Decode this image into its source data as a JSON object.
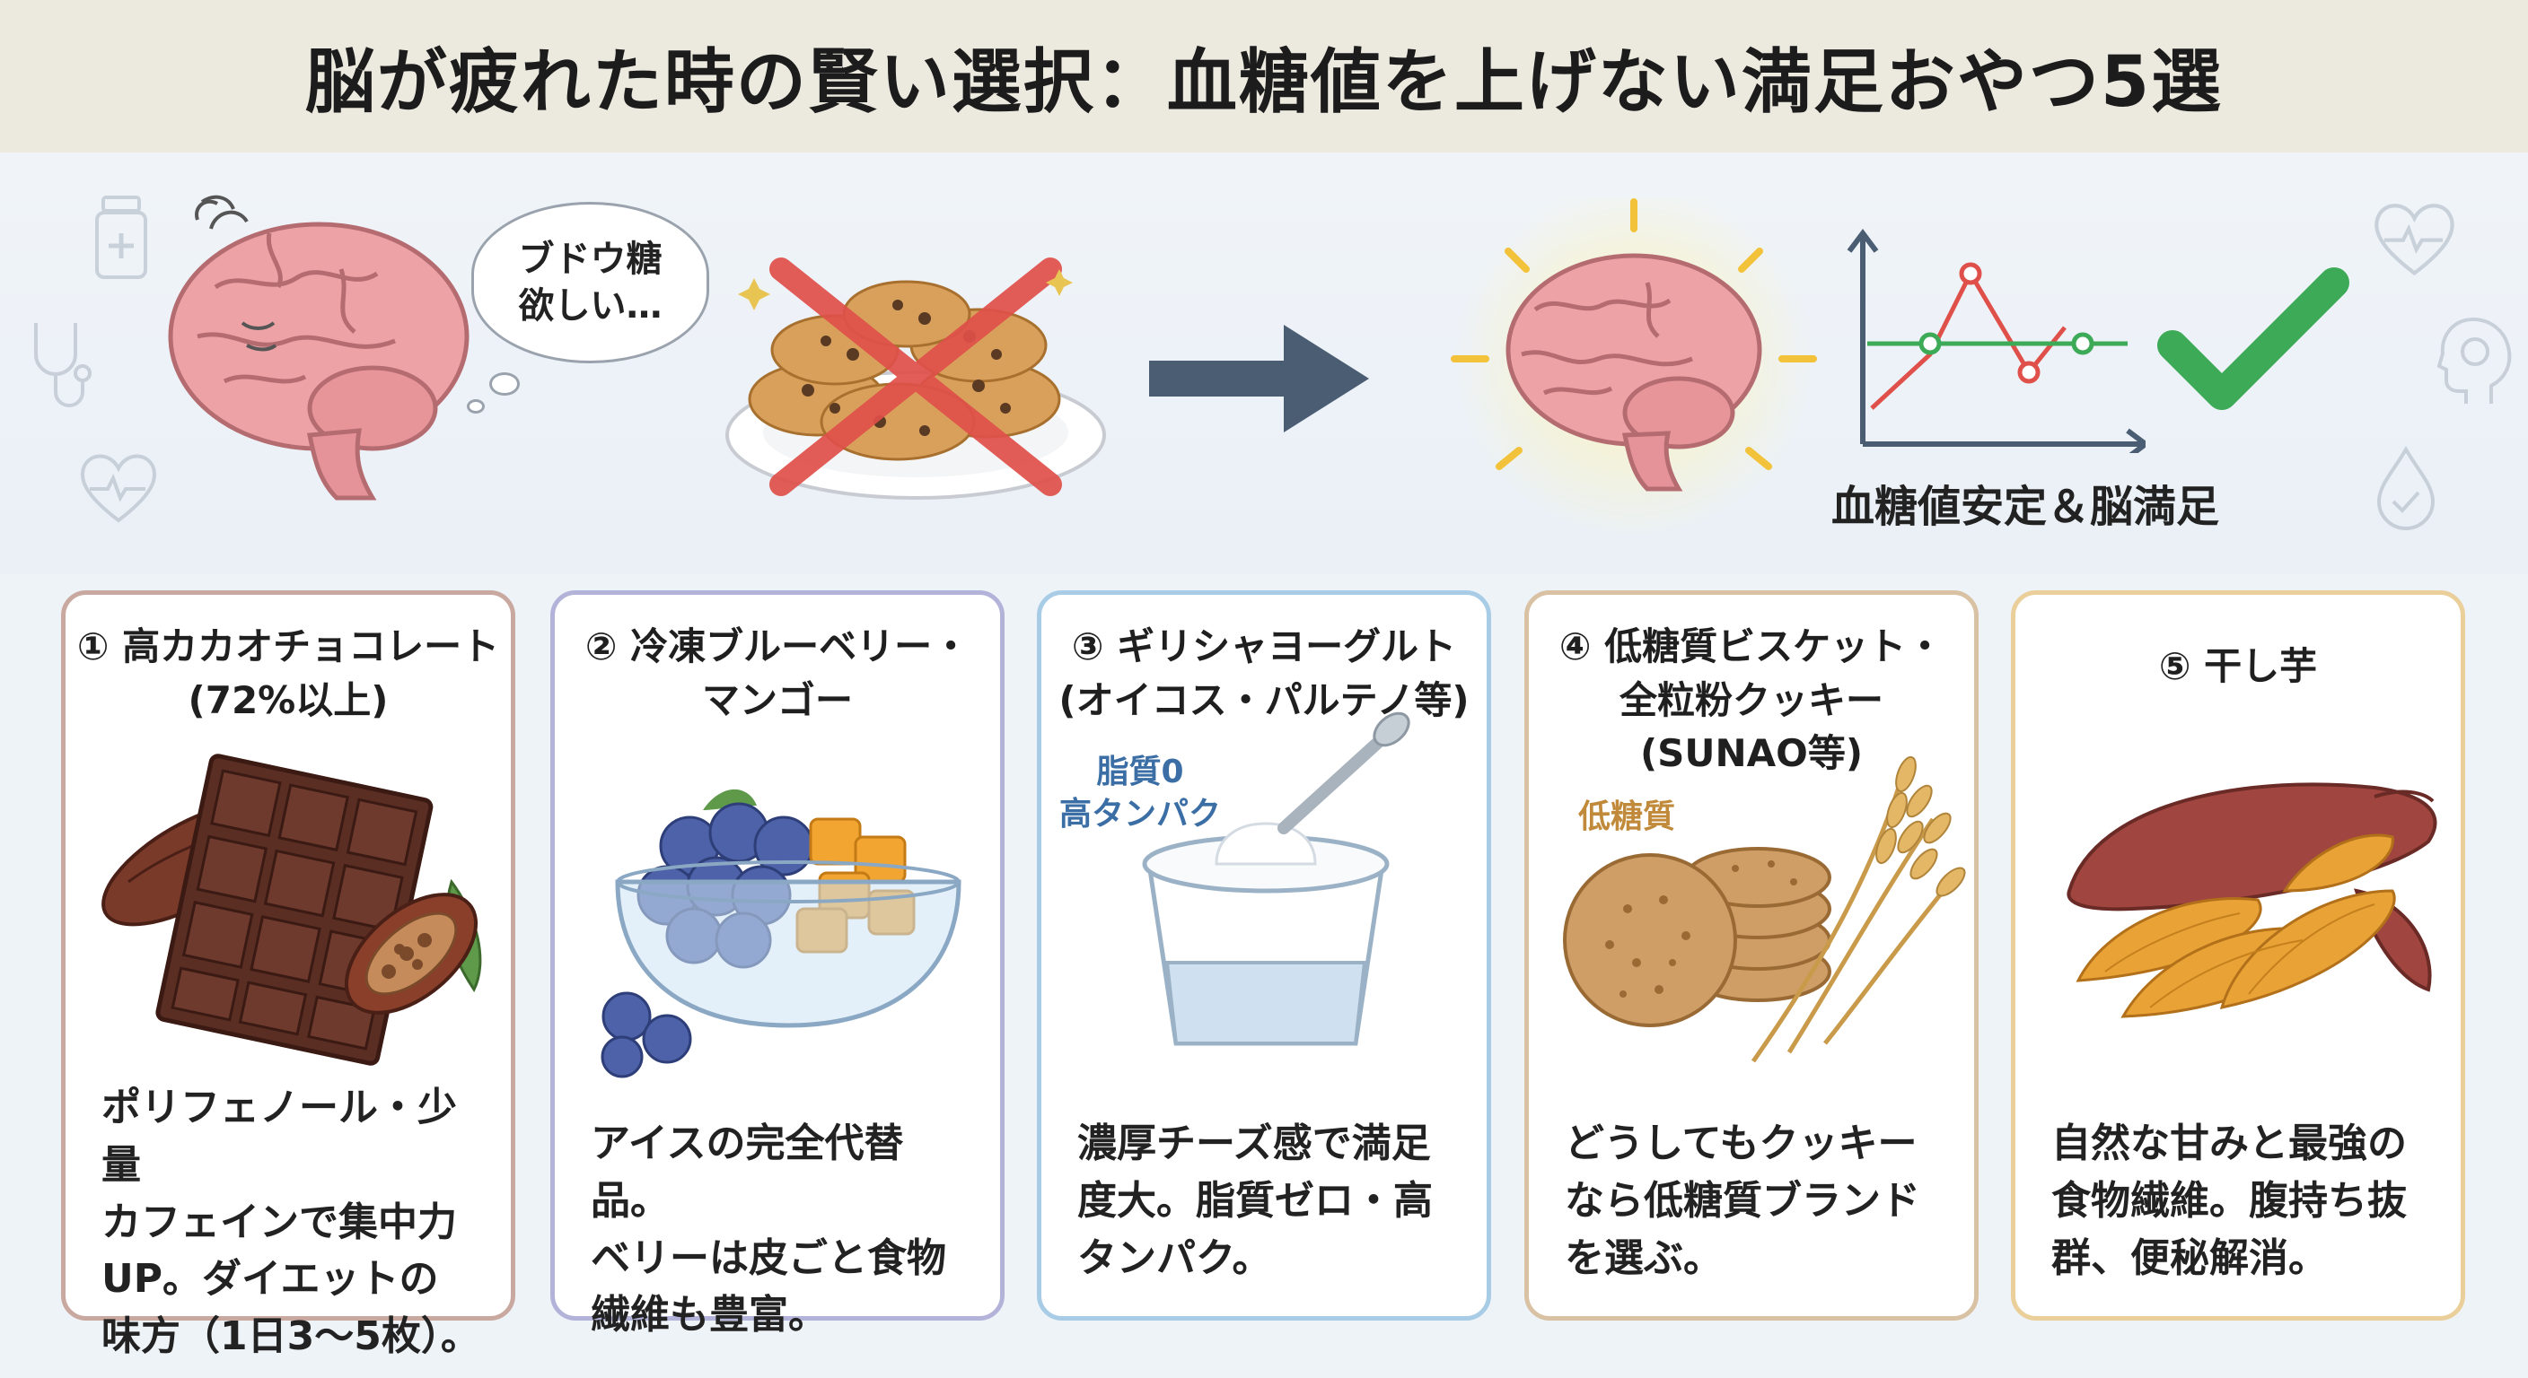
{
  "header": {
    "title": "脳が疲れた時の賢い選択：血糖値を上げない満足おやつ5選"
  },
  "scene": {
    "thought_line1": "ブドウ糖",
    "thought_line2": "欲しい…",
    "stable_label": "血糖値安定＆脳満足"
  },
  "colors": {
    "header_bg": "#ece9df",
    "accent_blue": "#4a5d73",
    "check_green": "#3caa57",
    "cross_red": "#e0504a"
  },
  "cards": [
    {
      "title_line1": "① 高カカオチョコレート",
      "title_line2": "(72%以上)",
      "title_line3": "",
      "desc_line1": "ポリフェノール・少量",
      "desc_line2": "カフェインで集中力",
      "desc_line3": "UP。ダイエットの",
      "desc_line4": "味方（1日3〜5枚）。",
      "border": "#c9a8a0"
    },
    {
      "title_line1": "② 冷凍ブルーベリー・",
      "title_line2": "マンゴー",
      "title_line3": "",
      "desc_line1": "アイスの完全代替品。",
      "desc_line2": "ベリーは皮ごと食物",
      "desc_line3": "繊維も豊富。",
      "desc_line4": "",
      "border": "#b3b3d9"
    },
    {
      "title_line1": "③ ギリシャヨーグルト",
      "title_line2": "(オイコス・パルテノ等)",
      "title_line3": "",
      "annot_line1": "脂質0",
      "annot_line2": "高タンパク",
      "desc_line1": "濃厚チーズ感で満足",
      "desc_line2": "度大。脂質ゼロ・高",
      "desc_line3": "タンパク。",
      "desc_line4": "",
      "border": "#a8cce6"
    },
    {
      "title_line1": "④ 低糖質ビスケット・",
      "title_line2": "全粒粉クッキー",
      "title_line3": "(SUNAO等)",
      "annot_line1": "低糖質",
      "desc_line1": "どうしてもクッキー",
      "desc_line2": "なら低糖質ブランド",
      "desc_line3": "を選ぶ。",
      "desc_line4": "",
      "border": "#d9c2a3"
    },
    {
      "title_line1": "⑤ 干し芋",
      "title_line2": "",
      "title_line3": "",
      "desc_line1": "自然な甘みと最強の",
      "desc_line2": "食物繊維。腹持ち抜",
      "desc_line3": "群、便秘解消。",
      "desc_line4": "",
      "border": "#ebcf9a"
    }
  ]
}
